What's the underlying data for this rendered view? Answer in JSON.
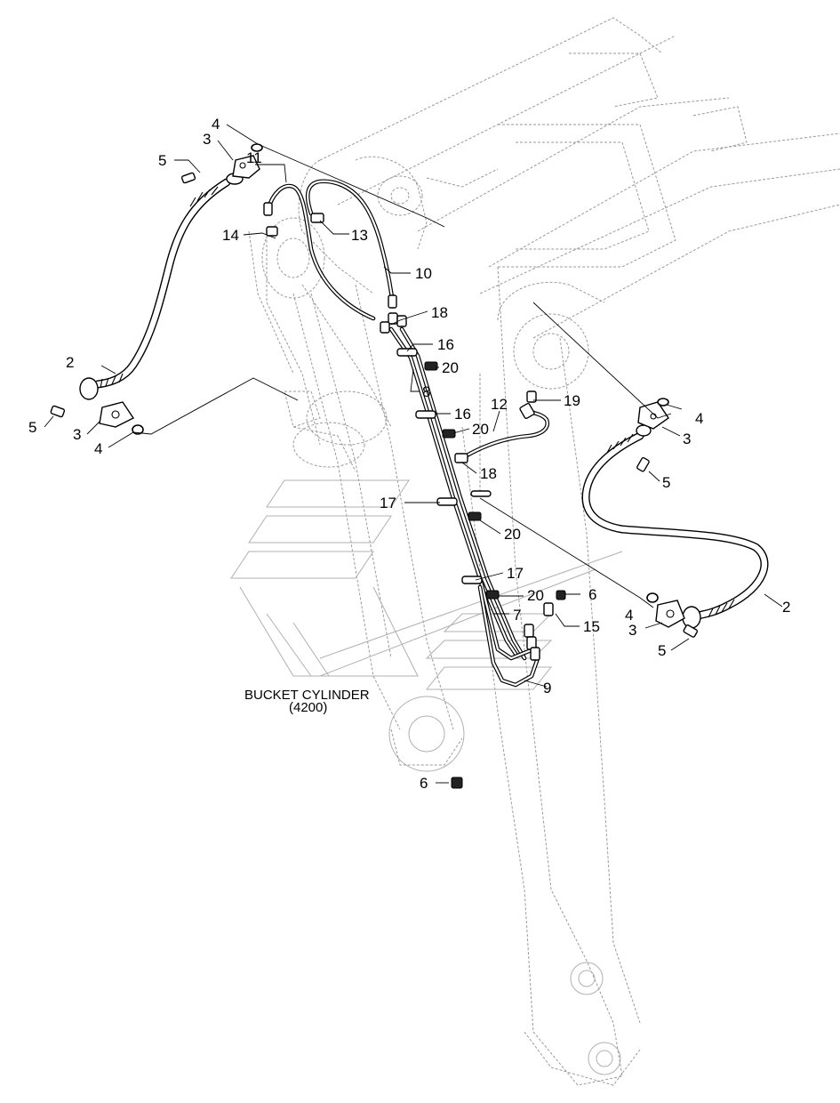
{
  "caption": {
    "line1": "BUCKET CYLINDER",
    "line2": "(4200)"
  },
  "callouts": [
    "4",
    "3",
    "5",
    "11",
    "14",
    "13",
    "10",
    "18",
    "16",
    "20",
    "2",
    "8",
    "16",
    "20",
    "5",
    "3",
    "4",
    "12",
    "19",
    "18",
    "17",
    "20",
    "17",
    "20",
    "6",
    "7",
    "15",
    "9",
    "4",
    "3",
    "5",
    "2",
    "6",
    "4",
    "3",
    "5"
  ]
}
